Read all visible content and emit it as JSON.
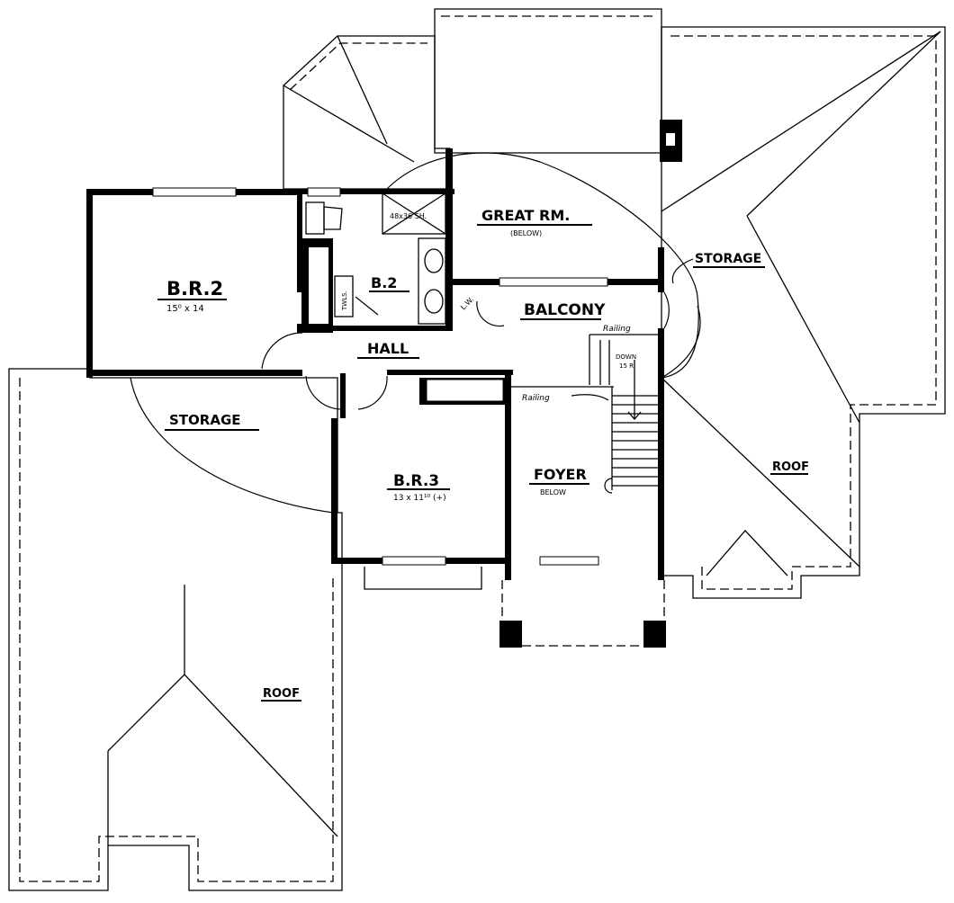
{
  "plan": {
    "rooms": {
      "bedroom2": {
        "name": "B.R.2",
        "size": "15⁰ x 14"
      },
      "bath2": {
        "name": "B.2",
        "shower": "48x36 SH.",
        "towels": "TWLS."
      },
      "hall": {
        "name": "HALL"
      },
      "great_room": {
        "name": "GREAT RM.",
        "note": "(BELOW)"
      },
      "balcony": {
        "name": "BALCONY",
        "linen": "L.W."
      },
      "storage_right": {
        "name": "STORAGE"
      },
      "storage_left": {
        "name": "STORAGE"
      },
      "bedroom3": {
        "name": "B.R.3",
        "size": "13 x 11¹⁰ (+)"
      },
      "foyer": {
        "name": "FOYER",
        "note": "BELOW"
      },
      "roof_right": {
        "name": "ROOF"
      },
      "roof_left": {
        "name": "ROOF"
      }
    },
    "stairs": {
      "direction": "DOWN",
      "risers": "15 R",
      "railing_top": "Railing",
      "railing_side": "Railing"
    }
  }
}
